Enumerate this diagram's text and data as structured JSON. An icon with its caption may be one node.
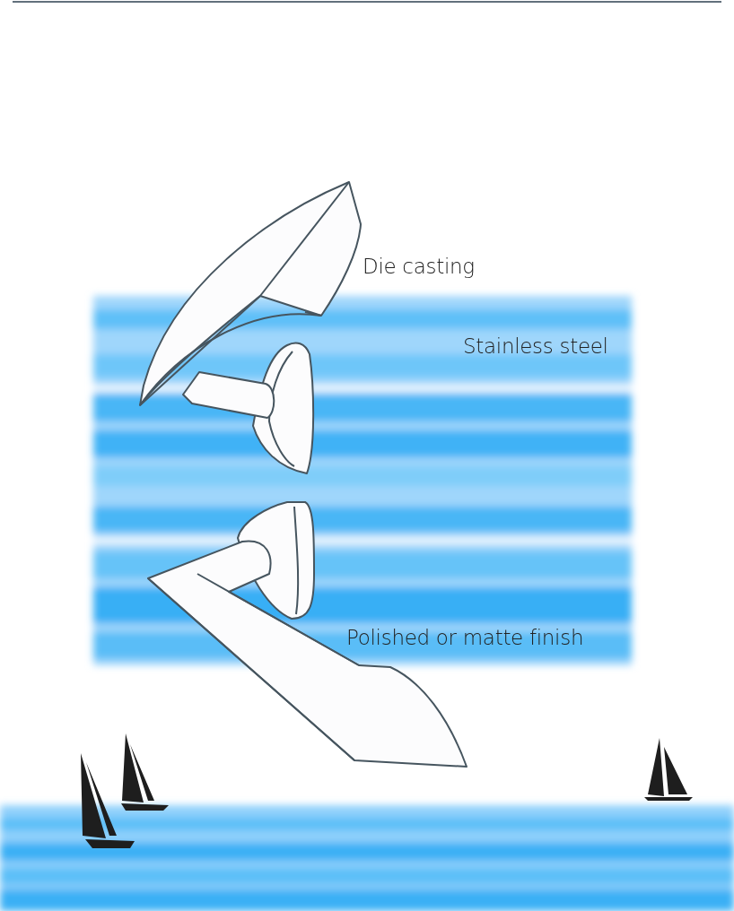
{
  "diagram": {
    "labels": [
      "Die casting",
      "Stainless steel",
      "Polished or matte finish"
    ]
  }
}
